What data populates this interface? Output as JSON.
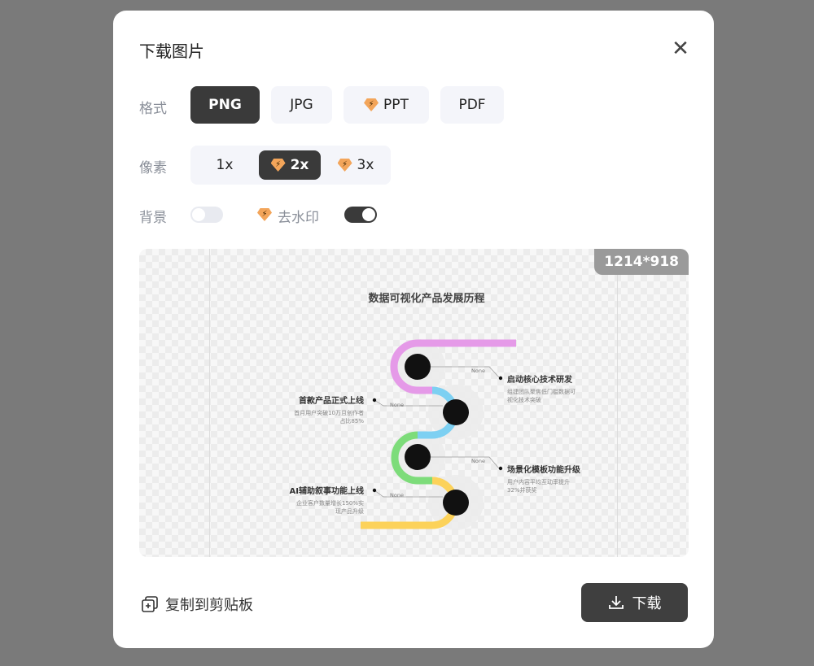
{
  "dialog": {
    "title": "下载图片",
    "close_icon": "close-icon"
  },
  "format": {
    "label": "格式",
    "options": [
      {
        "label": "PNG",
        "selected": true,
        "premium": false
      },
      {
        "label": "JPG",
        "premium": false
      },
      {
        "label": "PPT",
        "premium": true
      },
      {
        "label": "PDF",
        "premium": false
      }
    ]
  },
  "pixel": {
    "label": "像素",
    "options": [
      {
        "label": "1x"
      },
      {
        "label": "2x",
        "selected": true,
        "premium": true
      },
      {
        "label": "3x",
        "premium": true
      }
    ]
  },
  "background": {
    "label": "背景",
    "on": false
  },
  "watermark": {
    "label": "去水印",
    "on": true,
    "premium": true
  },
  "preview": {
    "dimensions": "1214*918",
    "title": "数据可视化产品发展历程",
    "items": [
      {
        "title": "启动核心技术研发",
        "desc1": "组建团队聚焦低门槛数据可",
        "desc2": "视化技术突破",
        "tag": "None"
      },
      {
        "title": "首款产品正式上线",
        "desc1": "首月用户突破10万且创作者",
        "desc2": "占比85%",
        "tag": "None"
      },
      {
        "title": "场景化模板功能升级",
        "desc1": "用户内容平均互动率提升",
        "desc2": "32%并获奖",
        "tag": "None"
      },
      {
        "title": "AI辅助叙事功能上线",
        "desc1": "企业客户数量增长150%实",
        "desc2": "现产品升级",
        "tag": "None"
      }
    ],
    "colors": [
      "#e59ae8",
      "#7dd0f2",
      "#7ddc7a",
      "#fcd25a"
    ]
  },
  "footer": {
    "copy_label": "复制到剪贴板",
    "download_label": "下载"
  }
}
